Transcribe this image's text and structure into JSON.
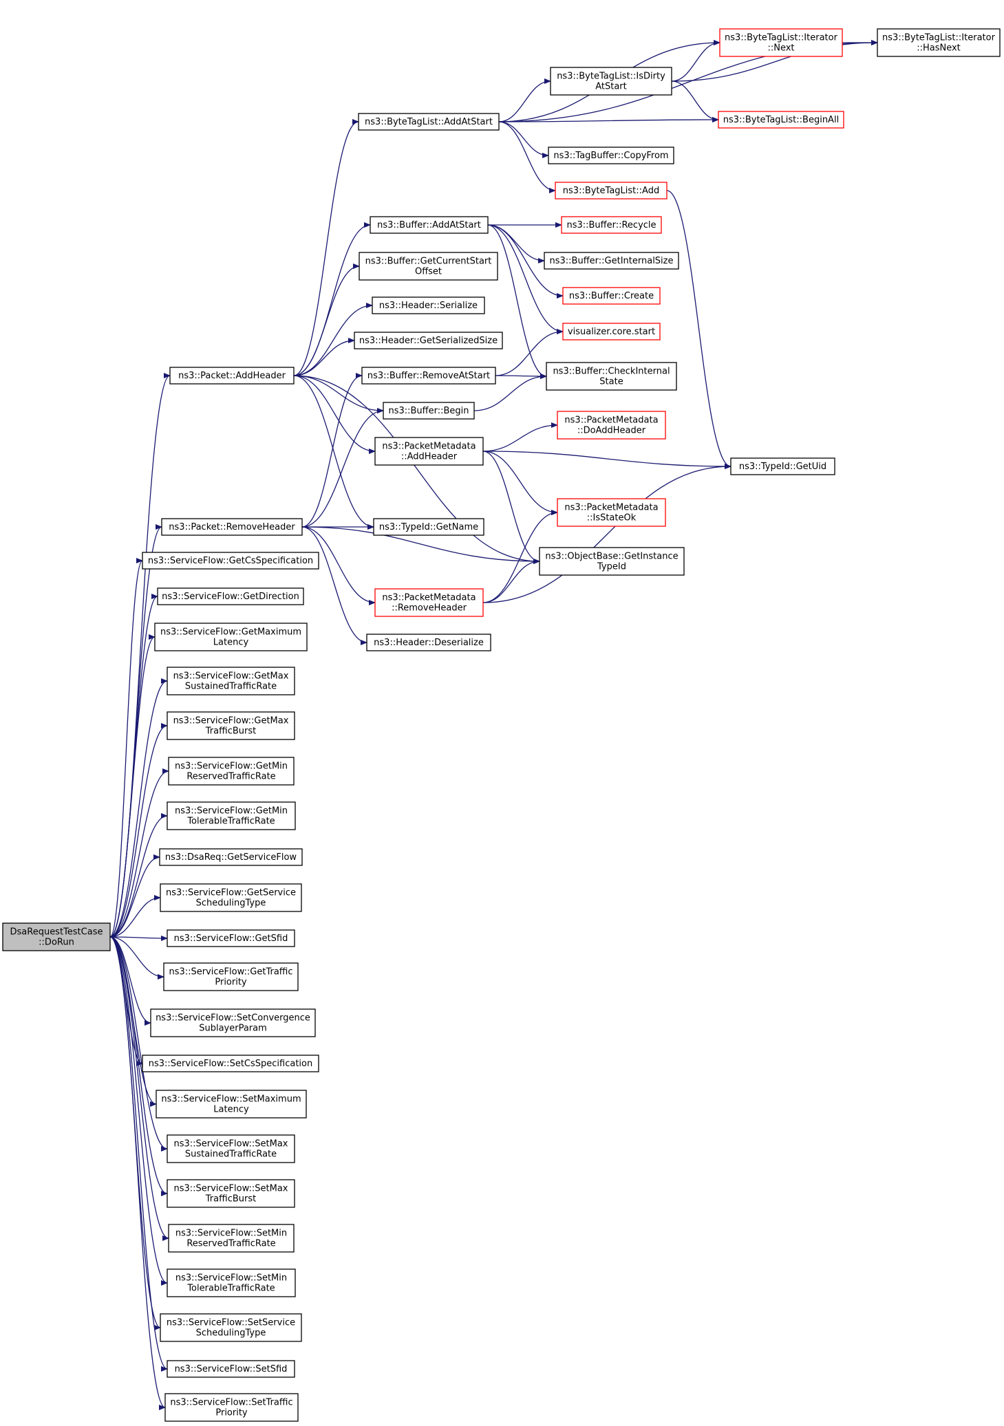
{
  "colors": {
    "edge": "#191970",
    "node_border": "#000000",
    "truncated_node_border": "#ff0000",
    "root_fill": "#bfbfbf",
    "node_fill": "#ffffff"
  },
  "nodes": [
    {
      "id": "dorun",
      "lines": [
        "DsaRequestTestCase",
        "::DoRun"
      ],
      "style": "root"
    },
    {
      "id": "addheader",
      "lines": [
        "ns3::Packet::AddHeader"
      ],
      "style": "normal"
    },
    {
      "id": "removeheader",
      "lines": [
        "ns3::Packet::RemoveHeader"
      ],
      "style": "normal"
    },
    {
      "id": "getcsspec",
      "lines": [
        "ns3::ServiceFlow::GetCsSpecification"
      ],
      "style": "normal"
    },
    {
      "id": "getdirection",
      "lines": [
        "ns3::ServiceFlow::GetDirection"
      ],
      "style": "normal"
    },
    {
      "id": "getmaxlat",
      "lines": [
        "ns3::ServiceFlow::GetMaximum",
        "Latency"
      ],
      "style": "normal"
    },
    {
      "id": "getmaxsus",
      "lines": [
        "ns3::ServiceFlow::GetMax",
        "SustainedTrafficRate"
      ],
      "style": "normal"
    },
    {
      "id": "getmaxburst",
      "lines": [
        "ns3::ServiceFlow::GetMax",
        "TrafficBurst"
      ],
      "style": "normal"
    },
    {
      "id": "getminres",
      "lines": [
        "ns3::ServiceFlow::GetMin",
        "ReservedTrafficRate"
      ],
      "style": "normal"
    },
    {
      "id": "getmintol",
      "lines": [
        "ns3::ServiceFlow::GetMin",
        "TolerableTrafficRate"
      ],
      "style": "normal"
    },
    {
      "id": "getsfdsa",
      "lines": [
        "ns3::DsaReq::GetServiceFlow"
      ],
      "style": "normal"
    },
    {
      "id": "getschedtype",
      "lines": [
        "ns3::ServiceFlow::GetService",
        "SchedulingType"
      ],
      "style": "normal"
    },
    {
      "id": "getsfid",
      "lines": [
        "ns3::ServiceFlow::GetSfid"
      ],
      "style": "normal"
    },
    {
      "id": "gettrafprio",
      "lines": [
        "ns3::ServiceFlow::GetTraffic",
        "Priority"
      ],
      "style": "normal"
    },
    {
      "id": "setconvsub",
      "lines": [
        "ns3::ServiceFlow::SetConvergence",
        "SublayerParam"
      ],
      "style": "normal"
    },
    {
      "id": "setcsspec",
      "lines": [
        "ns3::ServiceFlow::SetCsSpecification"
      ],
      "style": "normal"
    },
    {
      "id": "setmaxlat",
      "lines": [
        "ns3::ServiceFlow::SetMaximum",
        "Latency"
      ],
      "style": "normal"
    },
    {
      "id": "setmaxsus",
      "lines": [
        "ns3::ServiceFlow::SetMax",
        "SustainedTrafficRate"
      ],
      "style": "normal"
    },
    {
      "id": "setmaxburst",
      "lines": [
        "ns3::ServiceFlow::SetMax",
        "TrafficBurst"
      ],
      "style": "normal"
    },
    {
      "id": "setminres",
      "lines": [
        "ns3::ServiceFlow::SetMin",
        "ReservedTrafficRate"
      ],
      "style": "normal"
    },
    {
      "id": "setmintol",
      "lines": [
        "ns3::ServiceFlow::SetMin",
        "TolerableTrafficRate"
      ],
      "style": "normal"
    },
    {
      "id": "setschedtype",
      "lines": [
        "ns3::ServiceFlow::SetService",
        "SchedulingType"
      ],
      "style": "normal"
    },
    {
      "id": "setsfid",
      "lines": [
        "ns3::ServiceFlow::SetSfid"
      ],
      "style": "normal"
    },
    {
      "id": "settrafprio",
      "lines": [
        "ns3::ServiceFlow::SetTraffic",
        "Priority"
      ],
      "style": "normal"
    },
    {
      "id": "btl_addatstart",
      "lines": [
        "ns3::ByteTagList::AddAtStart"
      ],
      "style": "normal"
    },
    {
      "id": "buf_addatstart",
      "lines": [
        "ns3::Buffer::AddAtStart"
      ],
      "style": "normal"
    },
    {
      "id": "buf_getcurstart",
      "lines": [
        "ns3::Buffer::GetCurrentStart",
        "Offset"
      ],
      "style": "normal"
    },
    {
      "id": "hdr_serialize",
      "lines": [
        "ns3::Header::Serialize"
      ],
      "style": "normal"
    },
    {
      "id": "hdr_getsersize",
      "lines": [
        "ns3::Header::GetSerializedSize"
      ],
      "style": "normal"
    },
    {
      "id": "buf_removeatstart",
      "lines": [
        "ns3::Buffer::RemoveAtStart"
      ],
      "style": "normal"
    },
    {
      "id": "buf_begin",
      "lines": [
        "ns3::Buffer::Begin"
      ],
      "style": "normal"
    },
    {
      "id": "pm_addheader",
      "lines": [
        "ns3::PacketMetadata",
        "::AddHeader"
      ],
      "style": "normal"
    },
    {
      "id": "tid_getname",
      "lines": [
        "ns3::TypeId::GetName"
      ],
      "style": "normal"
    },
    {
      "id": "pm_removeheader",
      "lines": [
        "ns3::PacketMetadata",
        "::RemoveHeader"
      ],
      "style": "truncated"
    },
    {
      "id": "hdr_deserialize",
      "lines": [
        "ns3::Header::Deserialize"
      ],
      "style": "normal"
    },
    {
      "id": "it_next",
      "lines": [
        "ns3::ByteTagList::Iterator",
        "::Next"
      ],
      "style": "truncated"
    },
    {
      "id": "btl_isdirty",
      "lines": [
        "ns3::ByteTagList::IsDirty",
        "AtStart"
      ],
      "style": "normal"
    },
    {
      "id": "btl_beginall",
      "lines": [
        "ns3::ByteTagList::BeginAll"
      ],
      "style": "truncated"
    },
    {
      "id": "tb_copyfrom",
      "lines": [
        "ns3::TagBuffer::CopyFrom"
      ],
      "style": "normal"
    },
    {
      "id": "btl_add",
      "lines": [
        "ns3::ByteTagList::Add"
      ],
      "style": "truncated"
    },
    {
      "id": "buf_recycle",
      "lines": [
        "ns3::Buffer::Recycle"
      ],
      "style": "truncated"
    },
    {
      "id": "buf_getintsize",
      "lines": [
        "ns3::Buffer::GetInternalSize"
      ],
      "style": "normal"
    },
    {
      "id": "buf_create",
      "lines": [
        "ns3::Buffer::Create"
      ],
      "style": "truncated"
    },
    {
      "id": "vis_start",
      "lines": [
        "visualizer.core.start"
      ],
      "style": "truncated"
    },
    {
      "id": "buf_checkint",
      "lines": [
        "ns3::Buffer::CheckInternal",
        "State"
      ],
      "style": "normal"
    },
    {
      "id": "pm_doaddheader",
      "lines": [
        "ns3::PacketMetadata",
        "::DoAddHeader"
      ],
      "style": "truncated"
    },
    {
      "id": "pm_isstateok",
      "lines": [
        "ns3::PacketMetadata",
        "::IsStateOk"
      ],
      "style": "truncated"
    },
    {
      "id": "ob_getinsttid",
      "lines": [
        "ns3::ObjectBase::GetInstance",
        "TypeId"
      ],
      "style": "normal"
    },
    {
      "id": "it_hasnext",
      "lines": [
        "ns3::ByteTagList::Iterator",
        "::HasNext"
      ],
      "style": "normal"
    },
    {
      "id": "tid_getuid",
      "lines": [
        "ns3::TypeId::GetUid"
      ],
      "style": "normal"
    }
  ],
  "edges": [
    [
      "dorun",
      "addheader"
    ],
    [
      "dorun",
      "removeheader"
    ],
    [
      "dorun",
      "getcsspec"
    ],
    [
      "dorun",
      "getdirection"
    ],
    [
      "dorun",
      "getmaxlat"
    ],
    [
      "dorun",
      "getmaxsus"
    ],
    [
      "dorun",
      "getmaxburst"
    ],
    [
      "dorun",
      "getminres"
    ],
    [
      "dorun",
      "getmintol"
    ],
    [
      "dorun",
      "getsfdsa"
    ],
    [
      "dorun",
      "getschedtype"
    ],
    [
      "dorun",
      "getsfid"
    ],
    [
      "dorun",
      "gettrafprio"
    ],
    [
      "dorun",
      "setconvsub"
    ],
    [
      "dorun",
      "setcsspec"
    ],
    [
      "dorun",
      "setmaxlat"
    ],
    [
      "dorun",
      "setmaxsus"
    ],
    [
      "dorun",
      "setmaxburst"
    ],
    [
      "dorun",
      "setminres"
    ],
    [
      "dorun",
      "setmintol"
    ],
    [
      "dorun",
      "setschedtype"
    ],
    [
      "dorun",
      "setsfid"
    ],
    [
      "dorun",
      "settrafprio"
    ],
    [
      "addheader",
      "btl_addatstart"
    ],
    [
      "addheader",
      "buf_addatstart"
    ],
    [
      "addheader",
      "buf_getcurstart"
    ],
    [
      "addheader",
      "hdr_serialize"
    ],
    [
      "addheader",
      "hdr_getsersize"
    ],
    [
      "addheader",
      "buf_begin"
    ],
    [
      "addheader",
      "pm_addheader"
    ],
    [
      "addheader",
      "tid_getname"
    ],
    [
      "addheader",
      "ob_getinsttid"
    ],
    [
      "removeheader",
      "buf_removeatstart"
    ],
    [
      "removeheader",
      "buf_begin"
    ],
    [
      "removeheader",
      "tid_getname"
    ],
    [
      "removeheader",
      "ob_getinsttid"
    ],
    [
      "removeheader",
      "pm_removeheader"
    ],
    [
      "removeheader",
      "hdr_deserialize"
    ],
    [
      "btl_addatstart",
      "it_hasnext"
    ],
    [
      "btl_addatstart",
      "it_next"
    ],
    [
      "btl_addatstart",
      "btl_isdirty"
    ],
    [
      "btl_addatstart",
      "btl_beginall"
    ],
    [
      "btl_addatstart",
      "tb_copyfrom"
    ],
    [
      "btl_addatstart",
      "btl_add"
    ],
    [
      "it_next",
      "it_hasnext"
    ],
    [
      "btl_isdirty",
      "it_next"
    ],
    [
      "btl_isdirty",
      "it_hasnext"
    ],
    [
      "btl_isdirty",
      "btl_beginall"
    ],
    [
      "btl_add",
      "tid_getuid"
    ],
    [
      "buf_addatstart",
      "buf_recycle"
    ],
    [
      "buf_addatstart",
      "buf_getintsize"
    ],
    [
      "buf_addatstart",
      "buf_create"
    ],
    [
      "buf_addatstart",
      "vis_start"
    ],
    [
      "buf_addatstart",
      "buf_checkint"
    ],
    [
      "buf_removeatstart",
      "vis_start"
    ],
    [
      "buf_removeatstart",
      "buf_checkint"
    ],
    [
      "buf_begin",
      "buf_checkint"
    ],
    [
      "pm_addheader",
      "pm_doaddheader"
    ],
    [
      "pm_addheader",
      "tid_getuid"
    ],
    [
      "pm_addheader",
      "pm_isstateok"
    ],
    [
      "pm_addheader",
      "ob_getinsttid"
    ],
    [
      "pm_removeheader",
      "pm_isstateok"
    ],
    [
      "pm_removeheader",
      "ob_getinsttid"
    ],
    [
      "pm_removeheader",
      "tid_getuid"
    ]
  ]
}
